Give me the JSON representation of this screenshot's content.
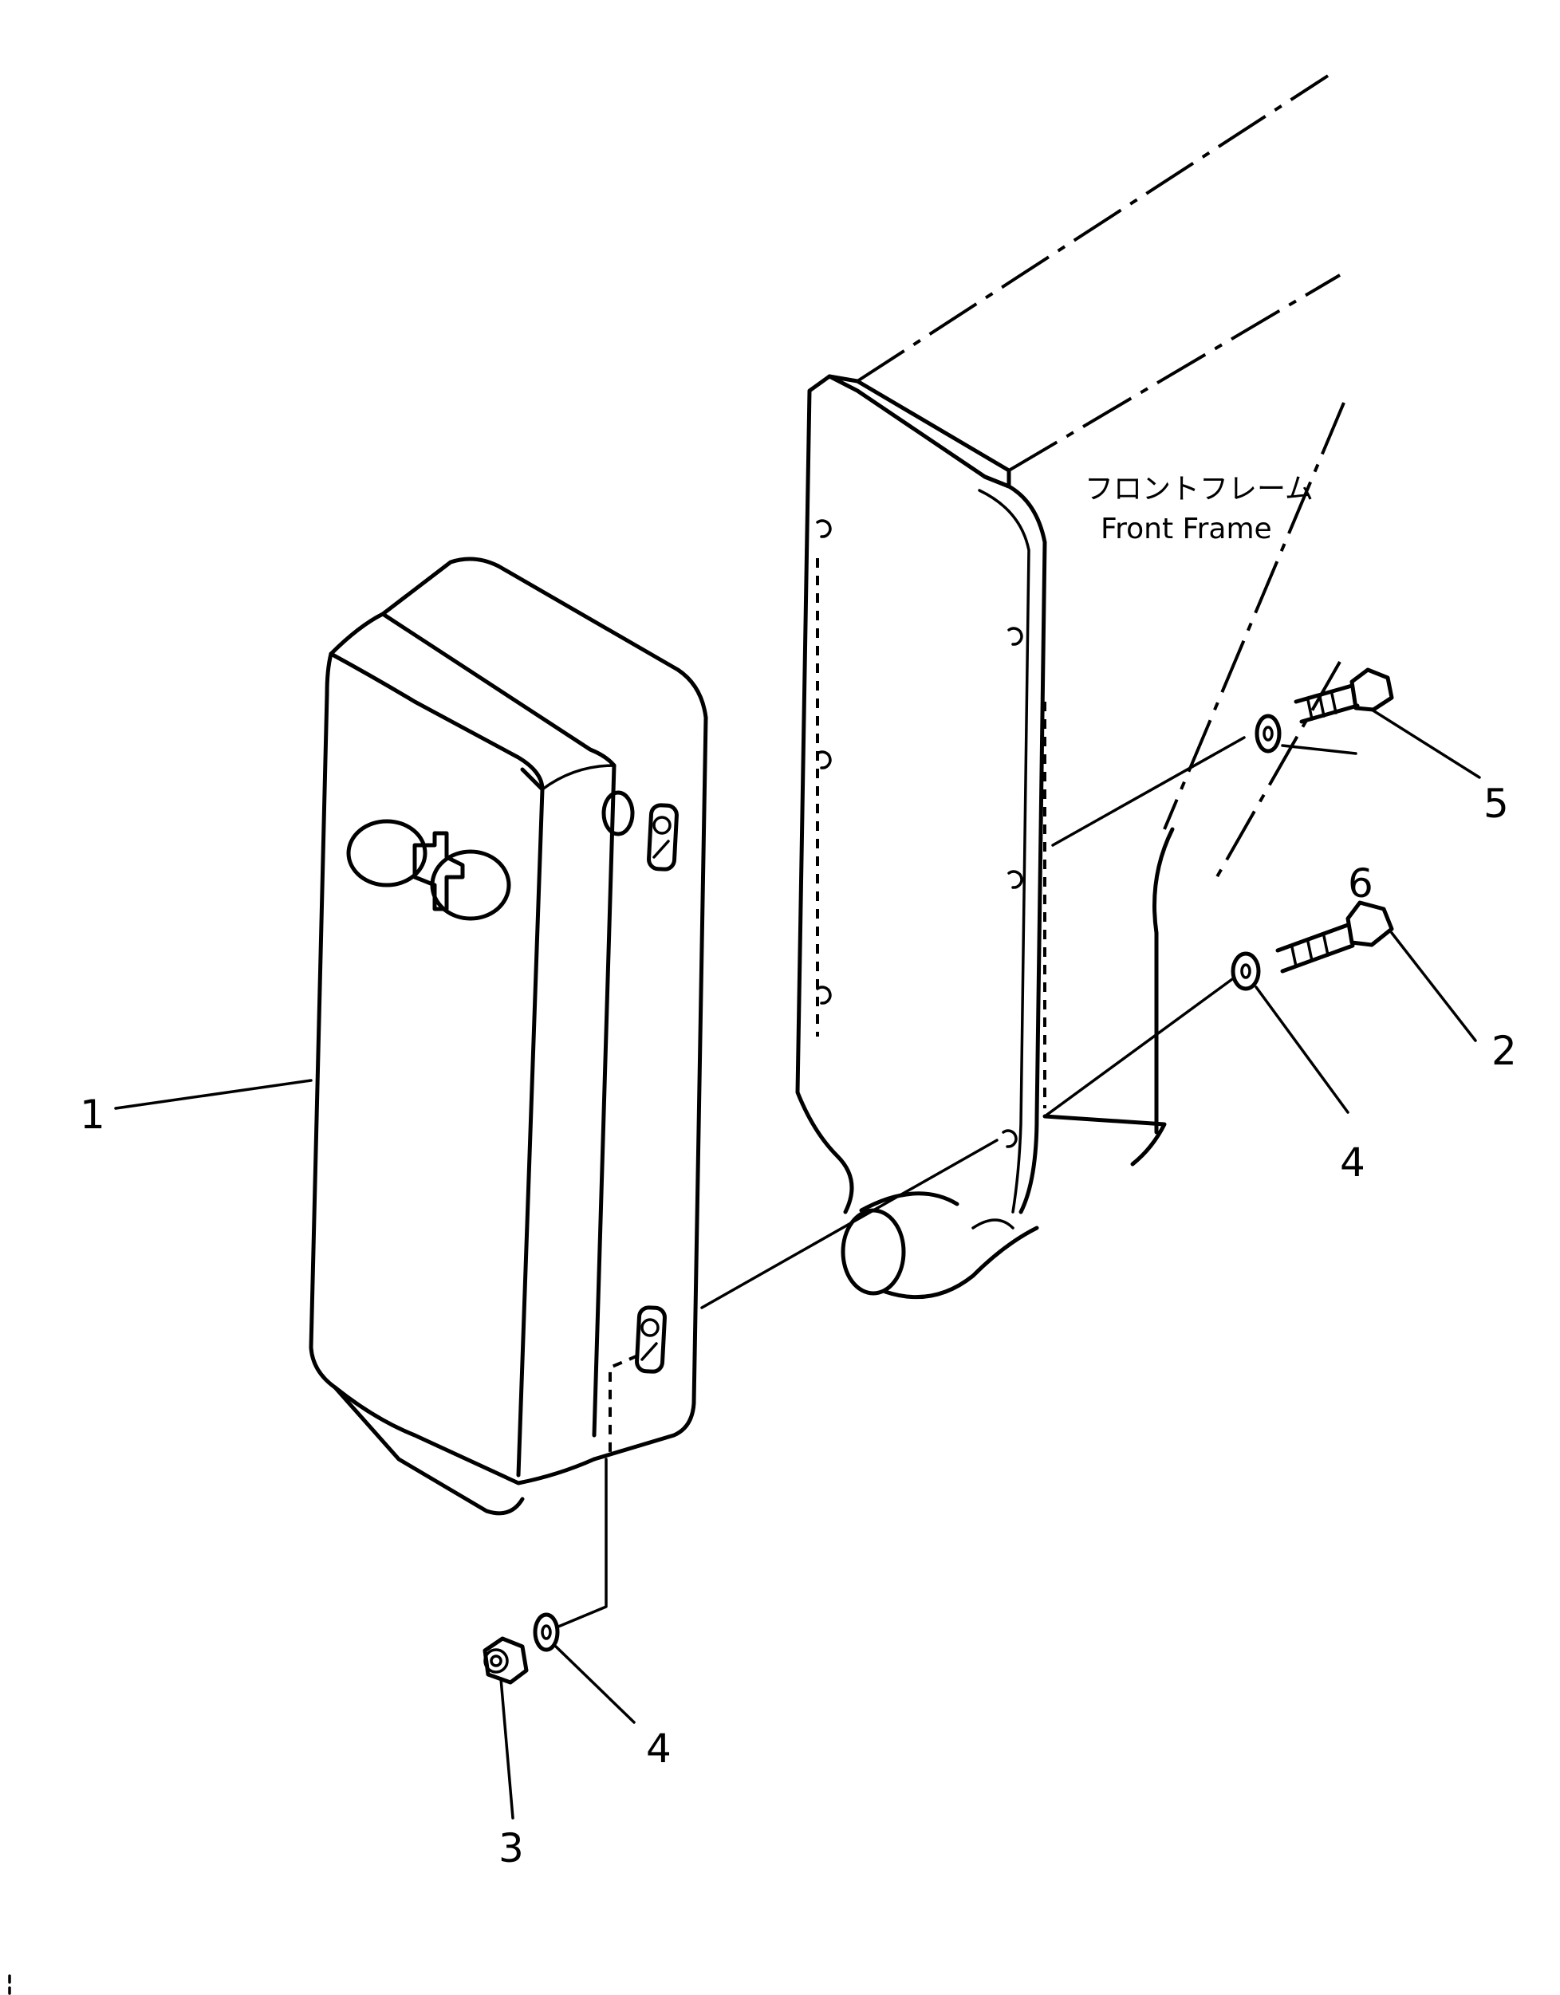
{
  "labels": {
    "frame_label_jp": "フロントフレーム",
    "frame_label_en": "Front Frame"
  },
  "callouts": [
    {
      "id": "1",
      "text": "1"
    },
    {
      "id": "2",
      "text": "2"
    },
    {
      "id": "3",
      "text": "3"
    },
    {
      "id": "4a",
      "text": "4"
    },
    {
      "id": "4b",
      "text": "4"
    },
    {
      "id": "5",
      "text": "5"
    },
    {
      "id": "6",
      "text": "6"
    }
  ],
  "colors": {
    "line": "#000000",
    "background": "#ffffff"
  }
}
